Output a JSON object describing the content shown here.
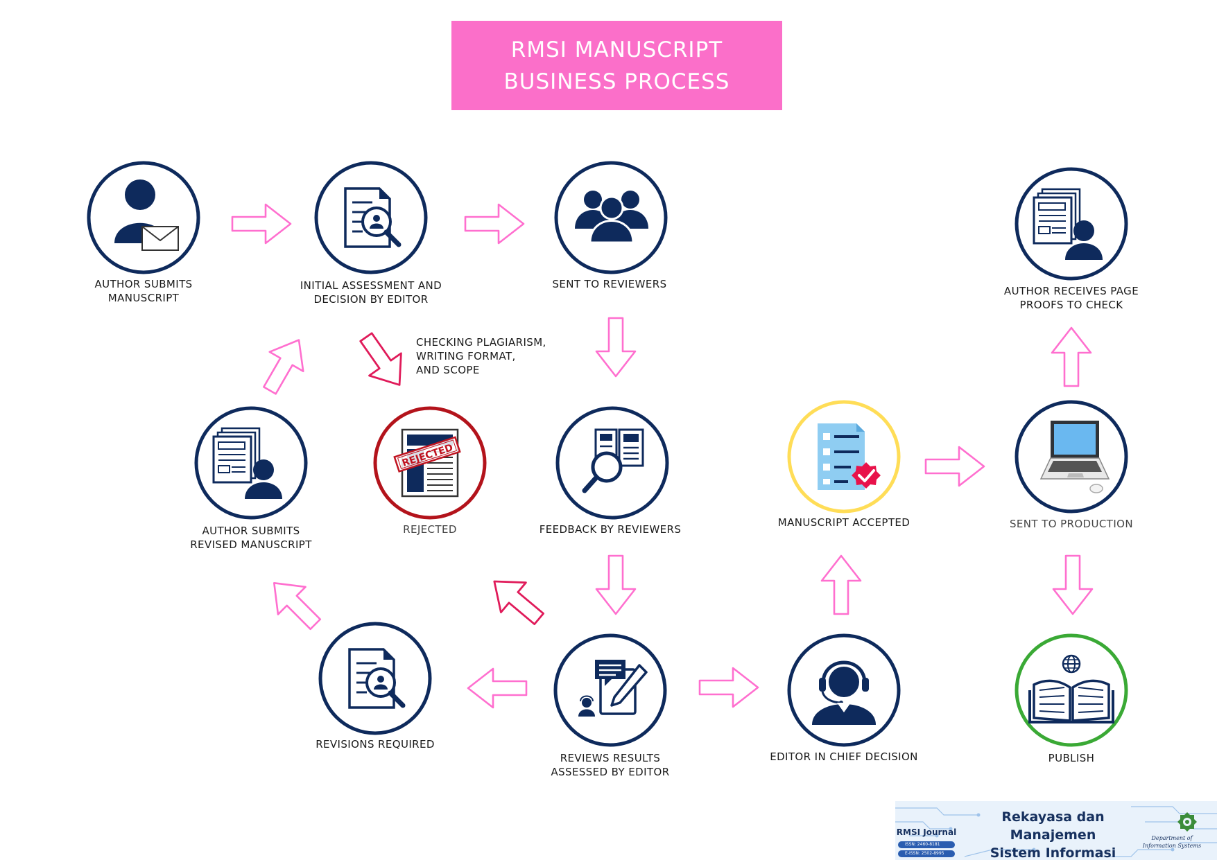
{
  "title": {
    "line1": "RMSI MANUSCRIPT",
    "line2": "BUSINESS PROCESS"
  },
  "colors": {
    "title_bg": "#fb6fc9",
    "navy": "#0e2a5c",
    "arrow_pink": "#ff6fcf",
    "arrow_crimson": "#e01b5a",
    "rejected_ring": "#b3131b",
    "accepted_ring": "#ffdd57",
    "publish_ring": "#3aa935"
  },
  "nodes": {
    "author_submits": {
      "icon": "user-envelope-icon",
      "line1": "AUTHOR SUBMITS",
      "line2": "MANUSCRIPT"
    },
    "initial_assessment": {
      "icon": "document-search-icon",
      "line1": "INITIAL ASSESSMENT AND",
      "line2": "DECISION BY EDITOR"
    },
    "sent_to_reviewers": {
      "icon": "group-icon",
      "line1": "SENT TO REVIEWERS"
    },
    "author_page_proofs": {
      "icon": "documents-user-icon",
      "line1": "AUTHOR RECEIVES PAGE",
      "line2": "PROOFS TO CHECK"
    },
    "author_revised": {
      "icon": "documents-user-icon",
      "line1": "AUTHOR SUBMITS",
      "line2": "REVISED MANUSCRIPT"
    },
    "rejected": {
      "icon": "rejected-stamp-icon",
      "line1": "REJECTED",
      "stamp": "REJECTED"
    },
    "feedback": {
      "icon": "magnifier-papers-icon",
      "line1": "FEEDBACK BY REVIEWERS"
    },
    "accepted": {
      "icon": "checklist-check-icon",
      "line1": "MANUSCRIPT ACCEPTED"
    },
    "production": {
      "icon": "laptop-icon",
      "line1": "SENT TO PRODUCTION"
    },
    "revisions": {
      "icon": "document-search-icon",
      "line1": "REVISIONS REQUIRED"
    },
    "review_results": {
      "icon": "review-edit-icon",
      "line1": "REVIEWS RESULTS",
      "line2": "ASSESSED BY EDITOR"
    },
    "editor_chief": {
      "icon": "headset-user-icon",
      "line1": "EDITOR IN CHIEF DECISION"
    },
    "publish": {
      "icon": "open-book-globe-icon",
      "line1": "PUBLISH"
    }
  },
  "note": {
    "line1": "CHECKING PLAGIARISM,",
    "line2": "WRITING FORMAT,",
    "line3": "AND SCOPE"
  },
  "journal": {
    "name": "RMSI Journal",
    "issn_print": "ISSN: 2460-8181",
    "issn_online": "E-ISSN: 2502-8995",
    "title_line1": "Rekayasa dan Manajemen",
    "title_line2": "Sistem Informasi",
    "dept_line1": "Department of",
    "dept_line2": "Information Systems"
  }
}
